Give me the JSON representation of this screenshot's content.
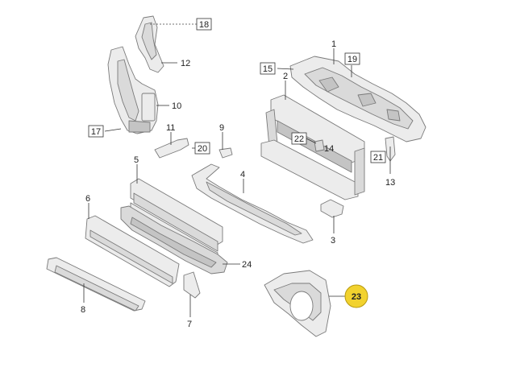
{
  "callouts": [
    {
      "id": "c1",
      "text": "1",
      "style": "plain"
    },
    {
      "id": "c2",
      "text": "2",
      "style": "plain"
    },
    {
      "id": "c3",
      "text": "3",
      "style": "plain"
    },
    {
      "id": "c4",
      "text": "4",
      "style": "plain"
    },
    {
      "id": "c5",
      "text": "5",
      "style": "plain"
    },
    {
      "id": "c6",
      "text": "6",
      "style": "plain"
    },
    {
      "id": "c7",
      "text": "7",
      "style": "plain"
    },
    {
      "id": "c8",
      "text": "8",
      "style": "plain"
    },
    {
      "id": "c9",
      "text": "9",
      "style": "plain"
    },
    {
      "id": "c10",
      "text": "10",
      "style": "plain"
    },
    {
      "id": "c11",
      "text": "11",
      "style": "plain"
    },
    {
      "id": "c12",
      "text": "12",
      "style": "plain"
    },
    {
      "id": "c13",
      "text": "13",
      "style": "plain"
    },
    {
      "id": "c14",
      "text": "14",
      "style": "plain"
    },
    {
      "id": "c15",
      "text": "15",
      "style": "boxed"
    },
    {
      "id": "c17",
      "text": "17",
      "style": "boxed"
    },
    {
      "id": "c18",
      "text": "18",
      "style": "boxed"
    },
    {
      "id": "c19",
      "text": "19",
      "style": "boxed"
    },
    {
      "id": "c20",
      "text": "20",
      "style": "boxed"
    },
    {
      "id": "c21",
      "text": "21",
      "style": "boxed"
    },
    {
      "id": "c22",
      "text": "22",
      "style": "boxed"
    },
    {
      "id": "c23",
      "text": "23",
      "style": "highlight"
    },
    {
      "id": "c24",
      "text": "24",
      "style": "plain"
    }
  ],
  "colors": {
    "highlight_fill": "#f2d22e",
    "highlight_stroke": "#b89a10",
    "part_fill": "#e6e6e6",
    "line": "#333333"
  }
}
